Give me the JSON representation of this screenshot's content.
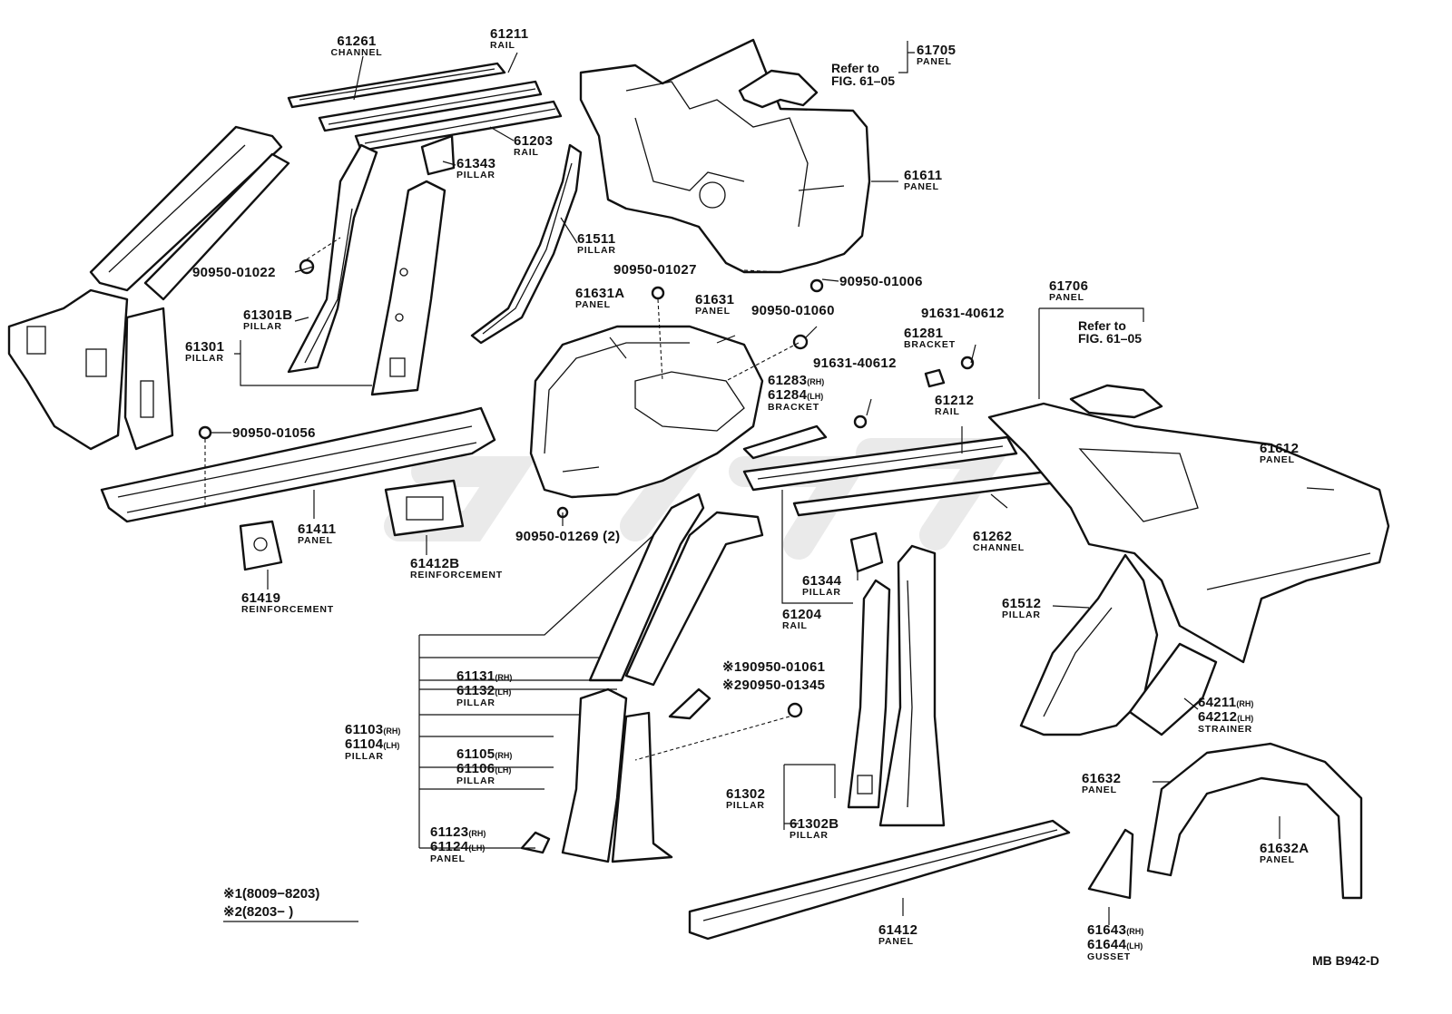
{
  "labels": {
    "p61261": {
      "number": "61261",
      "name": "CHANNEL"
    },
    "p61211": {
      "number": "61211",
      "name": "RAIL"
    },
    "p61203": {
      "number": "61203",
      "name": "RAIL"
    },
    "p61343": {
      "number": "61343",
      "name": "PILLAR"
    },
    "p61511": {
      "number": "61511",
      "name": "PILLAR"
    },
    "p61705": {
      "number": "61705",
      "name": "PANEL",
      "ref1": "Refer to",
      "ref2": "FIG. 61–05"
    },
    "p61611": {
      "number": "61611",
      "name": "PANEL"
    },
    "c90950_01022": {
      "number": "90950-01022"
    },
    "c90950_01027": {
      "number": "90950-01027"
    },
    "c90950_01006": {
      "number": "90950-01006"
    },
    "p61301b": {
      "number": "61301B",
      "name": "PILLAR"
    },
    "p61301": {
      "number": "61301",
      "name": "PILLAR"
    },
    "p61631a": {
      "number": "61631A",
      "name": "PANEL"
    },
    "p61631": {
      "number": "61631",
      "name": "PANEL"
    },
    "c90950_01060": {
      "number": "90950-01060"
    },
    "c91631_40612a": {
      "number": "91631-40612"
    },
    "p61281": {
      "number": "61281",
      "name": "BRACKET"
    },
    "p61706": {
      "number": "61706",
      "name": "PANEL",
      "ref1": "Refer to",
      "ref2": "FIG. 61–05"
    },
    "c91631_40612b": {
      "number": "91631-40612"
    },
    "p61283": {
      "number": "61283",
      "side": "(RH)",
      "number2": "61284",
      "side2": "(LH)",
      "name": "BRACKET"
    },
    "p61212": {
      "number": "61212",
      "name": "RAIL"
    },
    "c90950_01056": {
      "number": "90950-01056"
    },
    "p61612": {
      "number": "61612",
      "name": "PANEL"
    },
    "p61411": {
      "number": "61411",
      "name": "PANEL"
    },
    "p61412b": {
      "number": "61412B",
      "name": "REINFORCEMENT"
    },
    "c90950_01269": {
      "number": "90950-01269 (2)"
    },
    "p61262": {
      "number": "61262",
      "name": "CHANNEL"
    },
    "p61419": {
      "number": "61419",
      "name": "REINFORCEMENT"
    },
    "p61344": {
      "number": "61344",
      "name": "PILLAR"
    },
    "p61204": {
      "number": "61204",
      "name": "RAIL"
    },
    "p61512": {
      "number": "61512",
      "name": "PILLAR"
    },
    "p61131": {
      "number": "61131",
      "side": "(RH)",
      "number2": "61132",
      "side2": "(LH)",
      "name": "PILLAR"
    },
    "c90950_01061": {
      "mark": "※1",
      "number": "90950-01061"
    },
    "c90950_01345": {
      "mark": "※2",
      "number": "90950-01345"
    },
    "p64211": {
      "number": "64211",
      "side": "(RH)",
      "number2": "64212",
      "side2": "(LH)",
      "name": "STRAINER"
    },
    "p61103": {
      "number": "61103",
      "side": "(RH)",
      "number2": "61104",
      "side2": "(LH)",
      "name": "PILLAR"
    },
    "p61105": {
      "number": "61105",
      "side": "(RH)",
      "number2": "61106",
      "side2": "(LH)",
      "name": "PILLAR"
    },
    "p61632": {
      "number": "61632",
      "name": "PANEL"
    },
    "p61302": {
      "number": "61302",
      "name": "PILLAR"
    },
    "p61302b": {
      "number": "61302B",
      "name": "PILLAR"
    },
    "p61632a": {
      "number": "61632A",
      "name": "PANEL"
    },
    "p61123": {
      "number": "61123",
      "side": "(RH)",
      "number2": "61124",
      "side2": "(LH)",
      "name": "PANEL"
    },
    "p61412": {
      "number": "61412",
      "name": "PANEL"
    },
    "p61643": {
      "number": "61643",
      "side": "(RH)",
      "number2": "61644",
      "side2": "(LH)",
      "name": "GUSSET"
    }
  },
  "notes": {
    "note1": "※1(8009−8203)",
    "note2": "※2(8203−        )"
  },
  "code": "MB B942-D"
}
